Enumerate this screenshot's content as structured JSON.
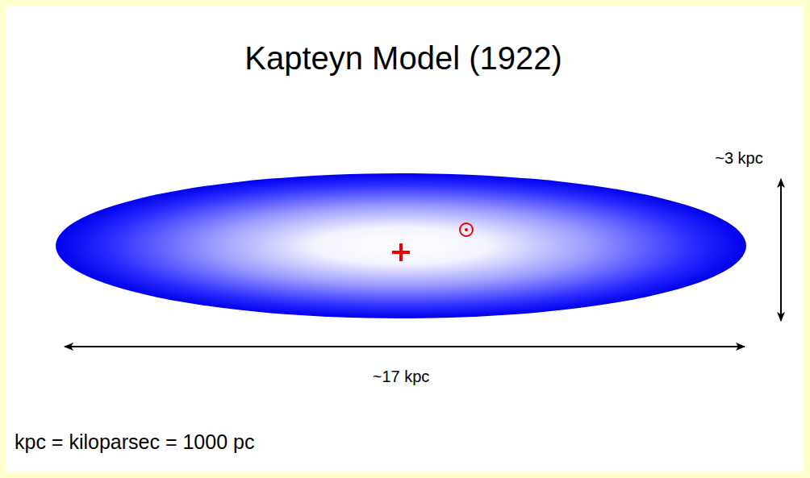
{
  "diagram": {
    "title": "Kapteyn Model (1922)",
    "labels": [
      "~3 kpc",
      "~17 kpc",
      "kpc = kiloparsec = 1000 pc"
    ]
  }
}
